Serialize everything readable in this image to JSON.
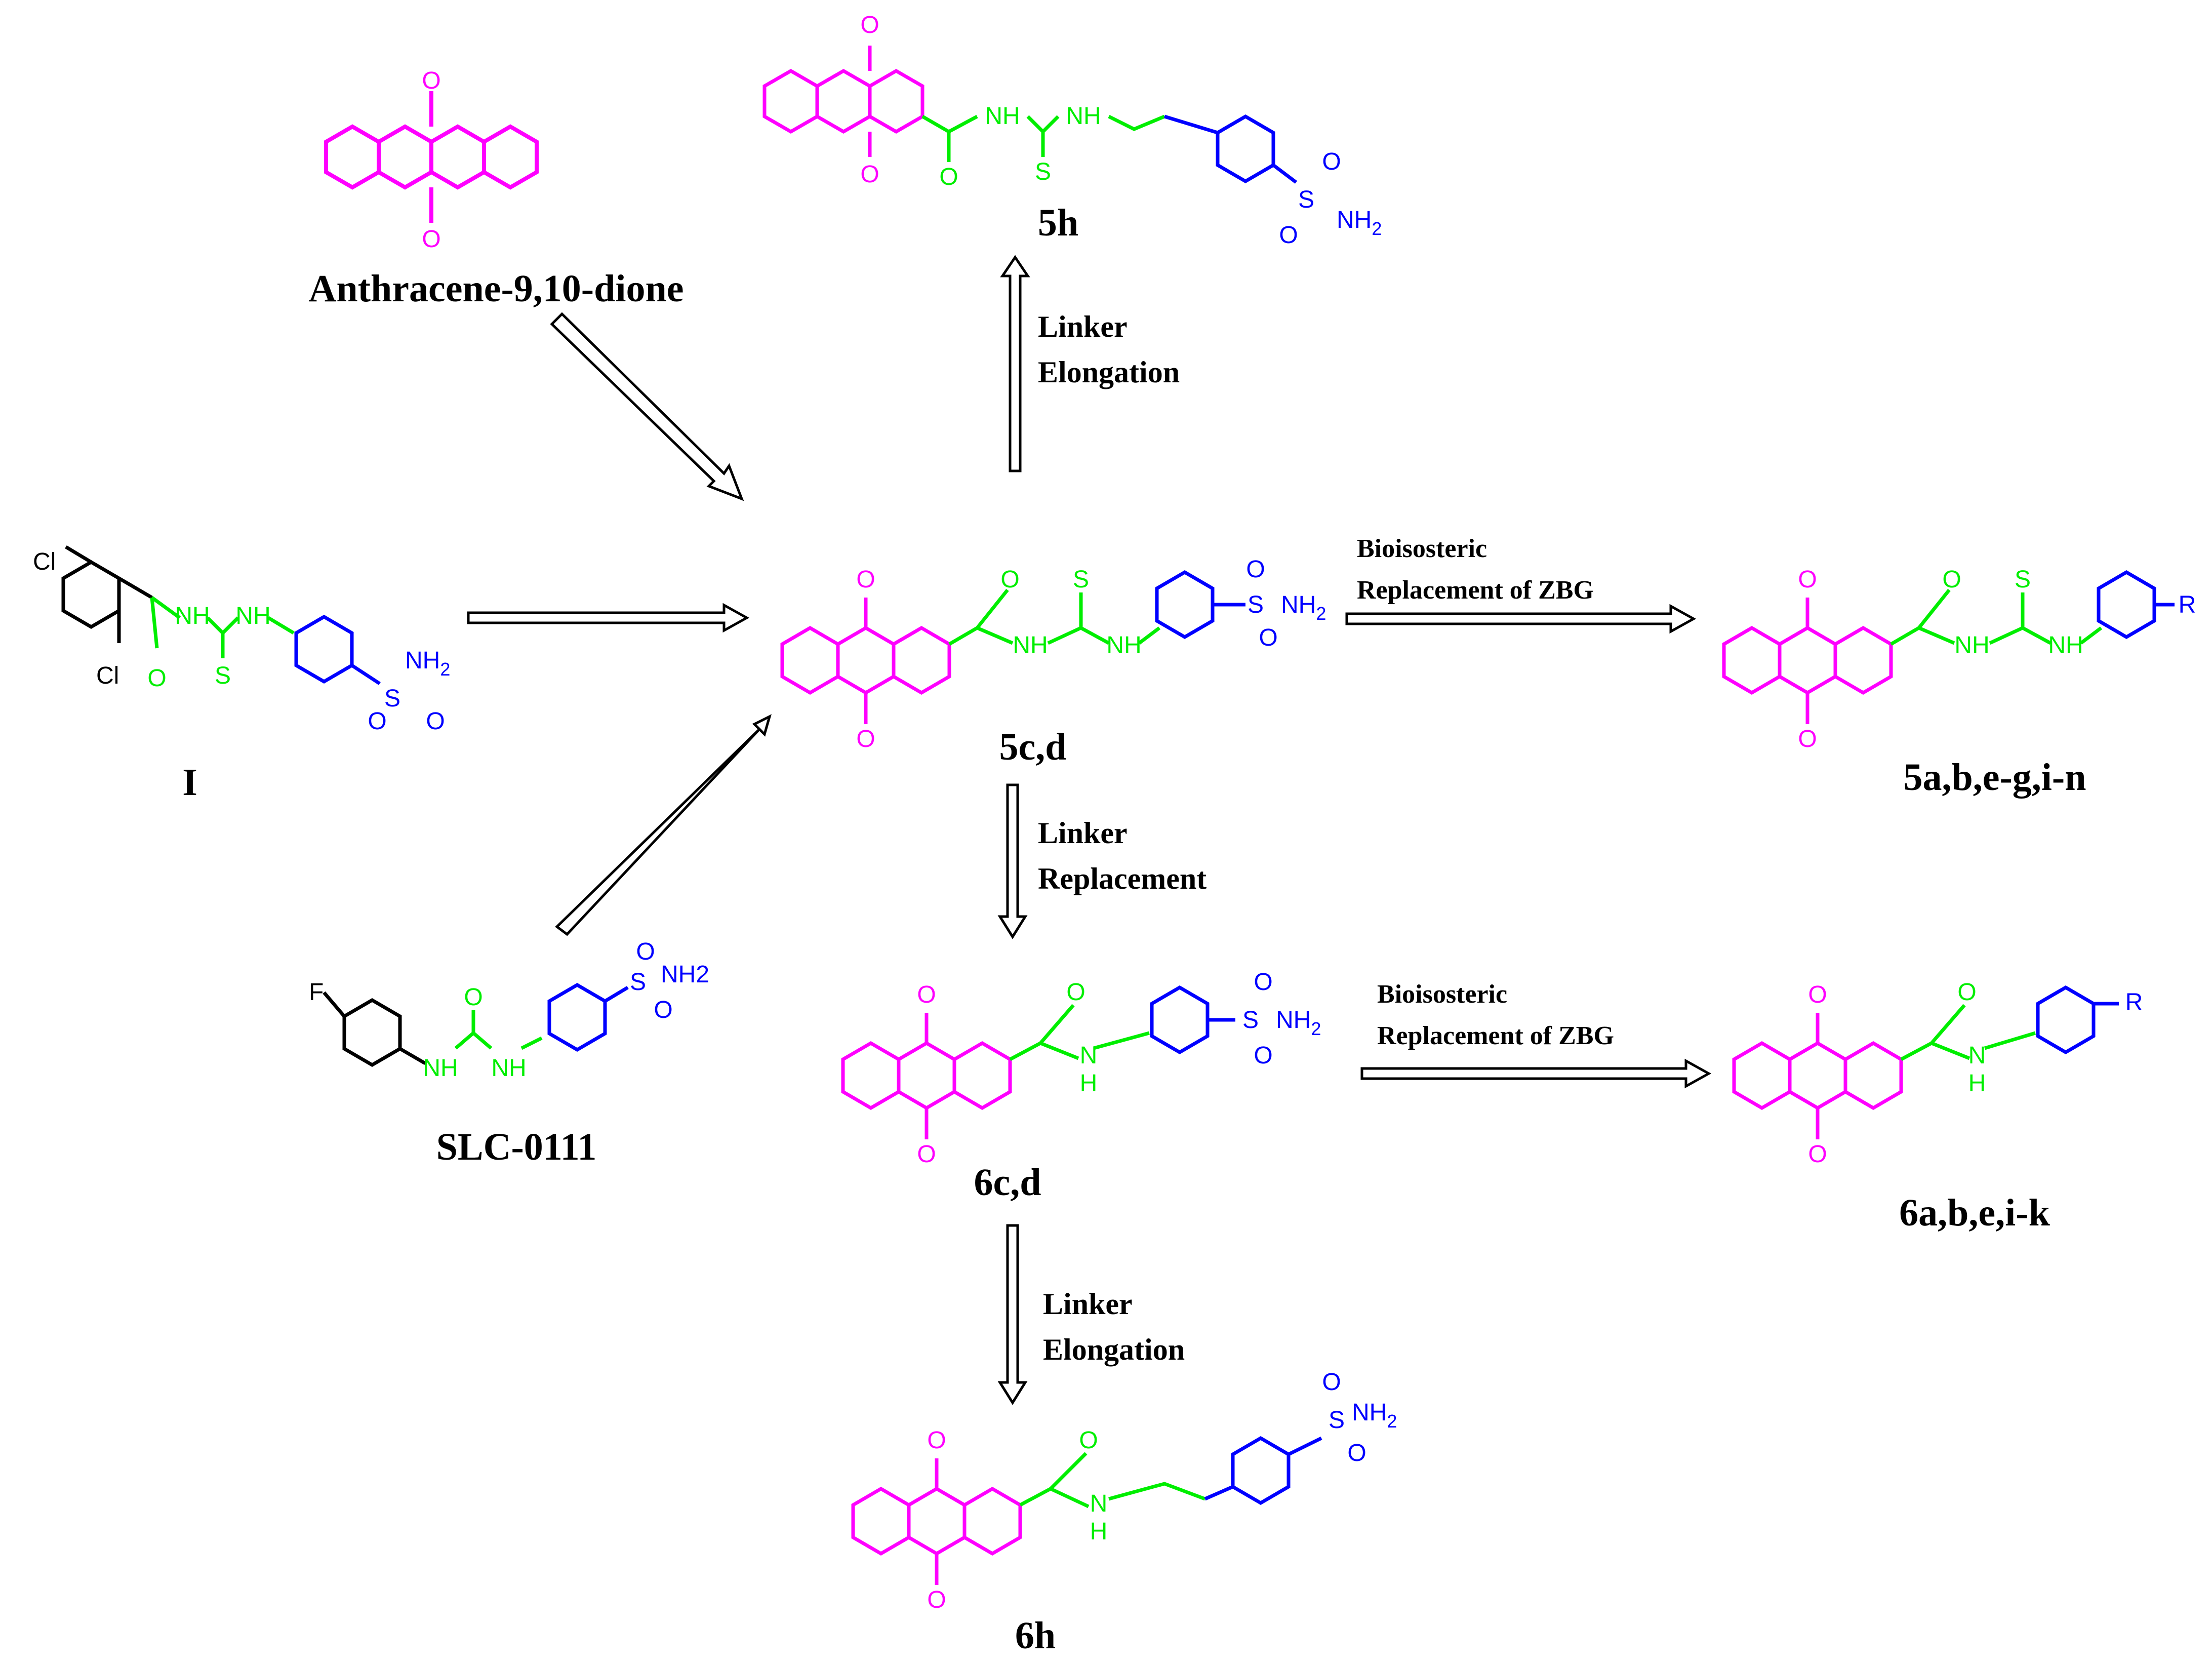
{
  "colors": {
    "scaffold": "#ff00ff",
    "linker": "#00ee00",
    "zbg": "#0000ff",
    "lead": "#000000",
    "arrow": "#000000"
  },
  "labels": {
    "anthracene": "Anthracene-9,10-dione",
    "I": "I",
    "slc": "SLC-0111",
    "c5cd": "5c,d",
    "c5h": "5h",
    "c5other": "5a,b,e-g,i-n",
    "c6cd": "6c,d",
    "c6other": "6a,b,e,i-k",
    "c6h": "6h"
  },
  "arrows": {
    "linker_elongation": [
      "Linker",
      "Elongation"
    ],
    "linker_replacement": [
      "Linker",
      "Replacement"
    ],
    "bioisosteric_5": [
      "Bioisosteric",
      "Replacement of ZBG"
    ],
    "bioisosteric_6": [
      "Bioisosteric",
      "Replacement of ZBG"
    ],
    "linker_elongation_6": [
      "Linker",
      "Elongation"
    ]
  },
  "atoms": {
    "O": "O",
    "S": "S",
    "NH": "NH",
    "H": "H",
    "N": "N",
    "NH2": "NH",
    "NH2_sub": "2",
    "NH2_plain": "NH2",
    "Cl": "Cl",
    "F": "F",
    "R": "R"
  }
}
